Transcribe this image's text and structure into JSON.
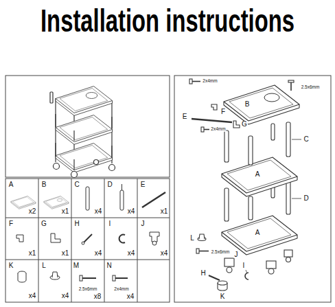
{
  "diagram": {
    "title": "Installation instructions",
    "labels": [
      "A",
      "x2",
      "B",
      "x1",
      "C",
      "x4",
      "D",
      "x4",
      "E",
      "x1",
      "F",
      "x1",
      "G",
      "x1",
      "H",
      "x4",
      "I",
      "x4",
      "J",
      "x4",
      "K",
      "x4",
      "L",
      "x4",
      "M",
      "2.5x6mm",
      "x8",
      "N",
      "2x4mm",
      "x4",
      "2.5x6mm",
      "2x4mm",
      "F",
      "B",
      "E",
      "G",
      "2x4mm",
      "C",
      "A",
      "D",
      "A",
      "L",
      "J",
      "2.5x6mm",
      "H",
      "I",
      "K"
    ]
  }
}
